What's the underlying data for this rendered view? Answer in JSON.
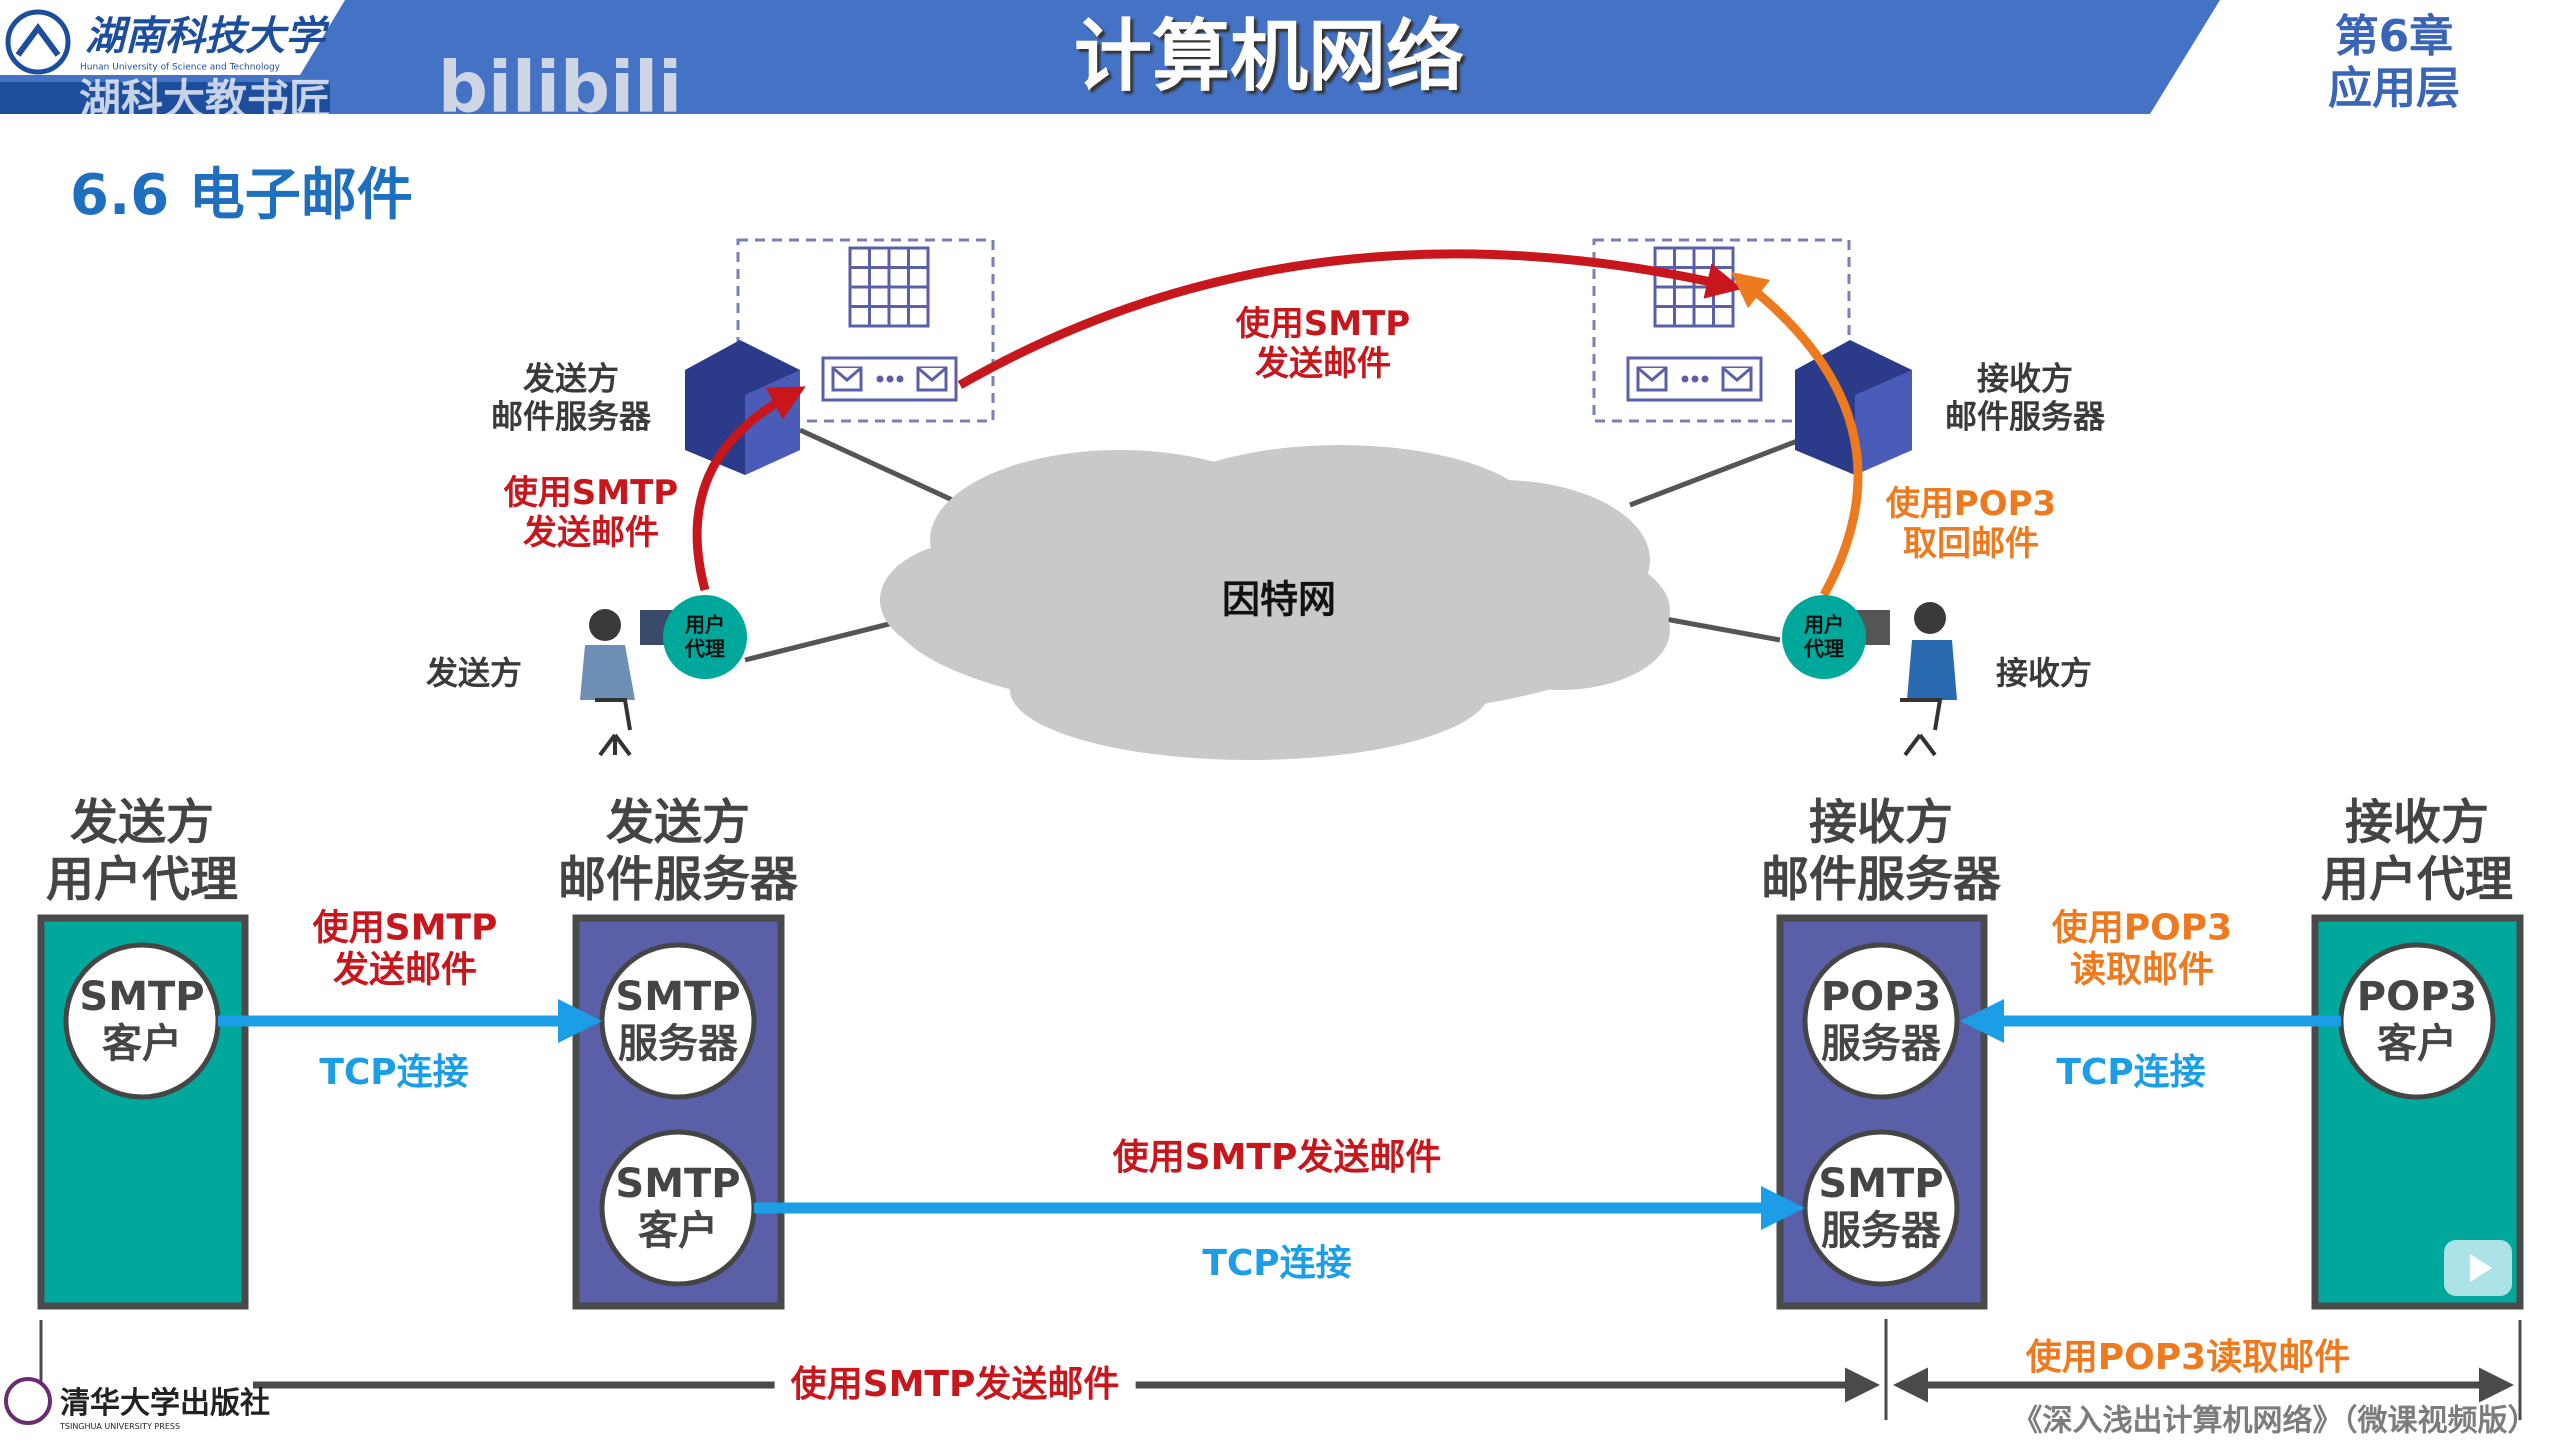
{
  "header": {
    "university_logo_text": "湖南科技大学",
    "university_logo_subtext": "Hunan University of Science and Technology",
    "watermark": "湖科大教书匠",
    "bilibili_watermark": "bilibili",
    "title": "计算机网络",
    "chapter": "第6章",
    "chapter_name": "应用层"
  },
  "section_title": "6.6 电子邮件",
  "top_diagram": {
    "sender_server_label": [
      "发送方",
      "邮件服务器"
    ],
    "receiver_server_label": [
      "接收方",
      "邮件服务器"
    ],
    "sender_label": "发送方",
    "receiver_label": "接收方",
    "internet_label": "因特网",
    "user_agent_label": [
      "用户",
      "代理"
    ],
    "smtp_send_between_servers": [
      "使用SMTP",
      "发送邮件"
    ],
    "smtp_send_from_agent": [
      "使用SMTP",
      "发送邮件"
    ],
    "pop3_fetch": [
      "使用POP3",
      "取回邮件"
    ]
  },
  "bottom_diagram": {
    "sender_agent_header": [
      "发送方",
      "用户代理"
    ],
    "sender_server_header": [
      "发送方",
      "邮件服务器"
    ],
    "receiver_server_header": [
      "接收方",
      "邮件服务器"
    ],
    "receiver_agent_header": [
      "接收方",
      "用户代理"
    ],
    "sender_agent_circle": [
      "SMTP",
      "客户"
    ],
    "sender_server_circle_top": [
      "SMTP",
      "服务器"
    ],
    "sender_server_circle_bottom": [
      "SMTP",
      "客户"
    ],
    "receiver_server_circle_top": [
      "POP3",
      "服务器"
    ],
    "receiver_server_circle_bottom": [
      "SMTP",
      "服务器"
    ],
    "receiver_agent_circle": [
      "POP3",
      "客户"
    ],
    "link1_label": [
      "使用SMTP",
      "发送邮件"
    ],
    "link1_sub": "TCP连接",
    "link2_label": "使用SMTP发送邮件",
    "link2_sub": "TCP连接",
    "link3_label": [
      "使用POP3",
      "读取邮件"
    ],
    "link3_sub": "TCP连接",
    "span_smtp": "使用SMTP发送邮件",
    "span_pop3": "使用POP3读取邮件"
  },
  "footer": {
    "publisher_logo": "清华大学出版社",
    "publisher_sub": "TSINGHUA UNIVERSITY PRESS",
    "book_title": "《深入浅出计算机网络》（微课视频版）"
  },
  "colors": {
    "header_blue": "#4472c4",
    "title_blue": "#1f6fc0",
    "red": "#c8161d",
    "orange": "#ee7a1f",
    "cyan": "#1b9ee6",
    "teal": "#00a89c",
    "server_blue": "#5a5fa8"
  }
}
